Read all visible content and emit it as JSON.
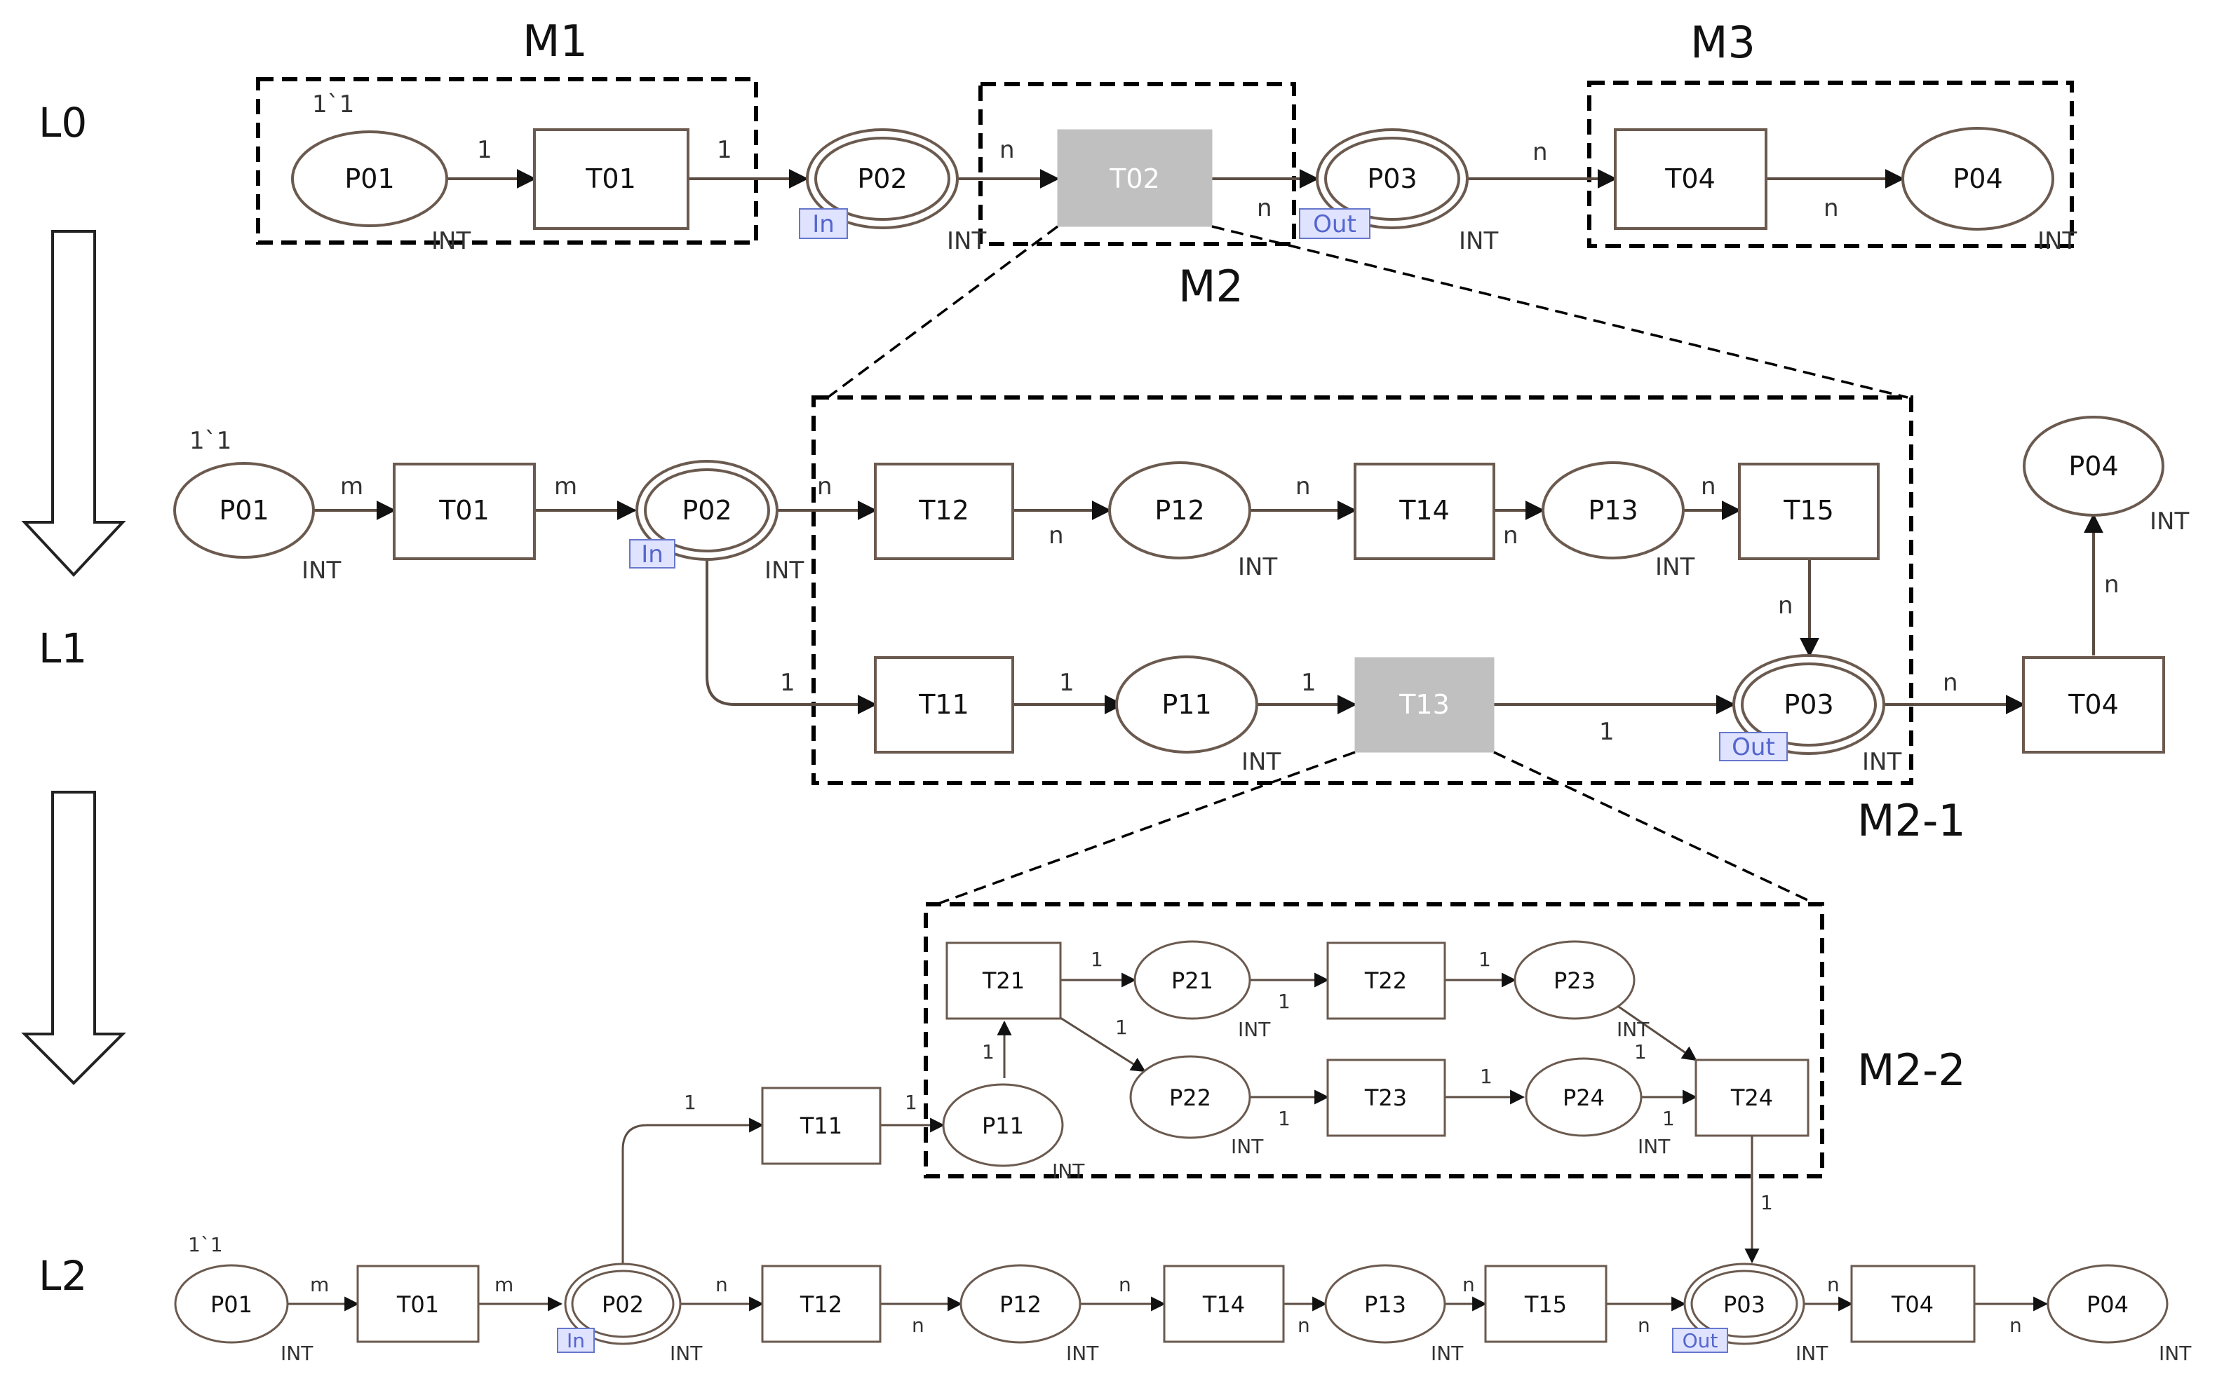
{
  "levels": {
    "l0": "L0",
    "l1": "L1",
    "l2": "L2"
  },
  "modules": {
    "m1": "M1",
    "m2": "M2",
    "m3": "M3",
    "m2_1": "M2-1",
    "m2_2": "M2-2"
  },
  "marking": "1`1",
  "type_label": "INT",
  "port_in": "In",
  "port_out": "Out",
  "arc": {
    "one": "1",
    "n": "n",
    "m": "m"
  },
  "places": {
    "P01": "P01",
    "P02": "P02",
    "P03": "P03",
    "P04": "P04",
    "P11": "P11",
    "P12": "P12",
    "P13": "P13",
    "P21": "P21",
    "P22": "P22",
    "P23": "P23",
    "P24": "P24"
  },
  "transitions": {
    "T01": "T01",
    "T02": "T02",
    "T04": "T04",
    "T11": "T11",
    "T12": "T12",
    "T13": "T13",
    "T14": "T14",
    "T15": "T15",
    "T21": "T21",
    "T22": "T22",
    "T23": "T23",
    "T24": "T24"
  },
  "colors": {
    "stroke": "#6b5a4f",
    "substitution_fill": "#c0c0c0",
    "port_tag": "#5566cc"
  }
}
